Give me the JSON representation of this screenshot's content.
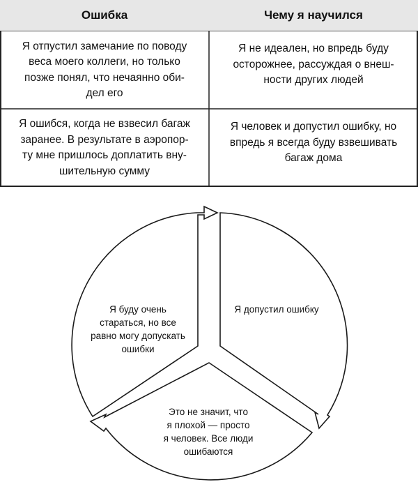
{
  "table": {
    "header": {
      "col1": "Ошибка",
      "col2": "Чему я научился"
    },
    "rows": [
      {
        "mistake": [
          "Я отпустил замечание по поводу",
          "веса моего коллеги, но только",
          "позже понял, что нечаянно оби-",
          "дел его"
        ],
        "lesson": [
          "Я не идеален, но впредь буду",
          "осторожнее, рассуждая о внеш-",
          "ности других людей"
        ]
      },
      {
        "mistake": [
          "Я ошибся, когда не взвесил багаж",
          "заранее. В результате в аэропор-",
          "ту мне пришлось доплатить вну-",
          "шительную сумму"
        ],
        "lesson": [
          "Я человек и допустил ошибку, но",
          "впредь я всегда буду взвешивать",
          "багаж дома"
        ]
      }
    ]
  },
  "cycle": {
    "right": [
      "Я допустил ошибку"
    ],
    "bottom": [
      "Это не значит, что",
      "я плохой — просто",
      "я человек. Все люди",
      "ошибаются"
    ],
    "left": [
      "Я буду очень",
      "стараться, но все",
      "равно могу допускать",
      "ошибки"
    ]
  }
}
